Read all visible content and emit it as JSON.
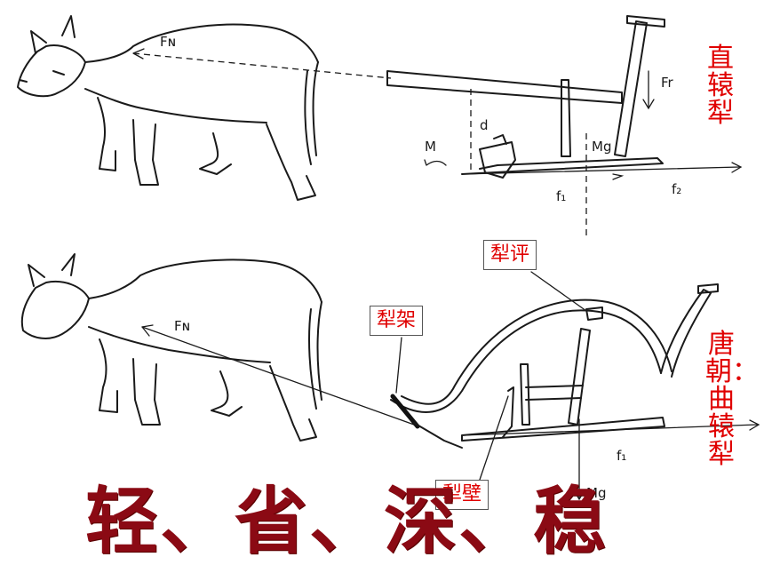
{
  "diagram": {
    "top": {
      "title_vertical": "直辕犁",
      "labels": {
        "force_pull": "Fɴ",
        "force_resist": "Fr",
        "torque": "M",
        "angle": "d",
        "gravity": "Mg",
        "friction1": "f₁",
        "friction2": "f₂"
      }
    },
    "bottom": {
      "title_vertical": "唐朝：曲辕犁",
      "labels": {
        "force_pull": "Fɴ",
        "gravity": "Mg",
        "friction1": "f₁"
      },
      "callouts": {
        "plow_frame": "犁架",
        "plow_adjust": "犁评",
        "plow_wall": "犁壁"
      }
    },
    "slogan": "轻、省、深、稳",
    "colors": {
      "label_red": "#e00000",
      "slogan": "#8b0a14",
      "ink": "#1a1a1a"
    }
  }
}
